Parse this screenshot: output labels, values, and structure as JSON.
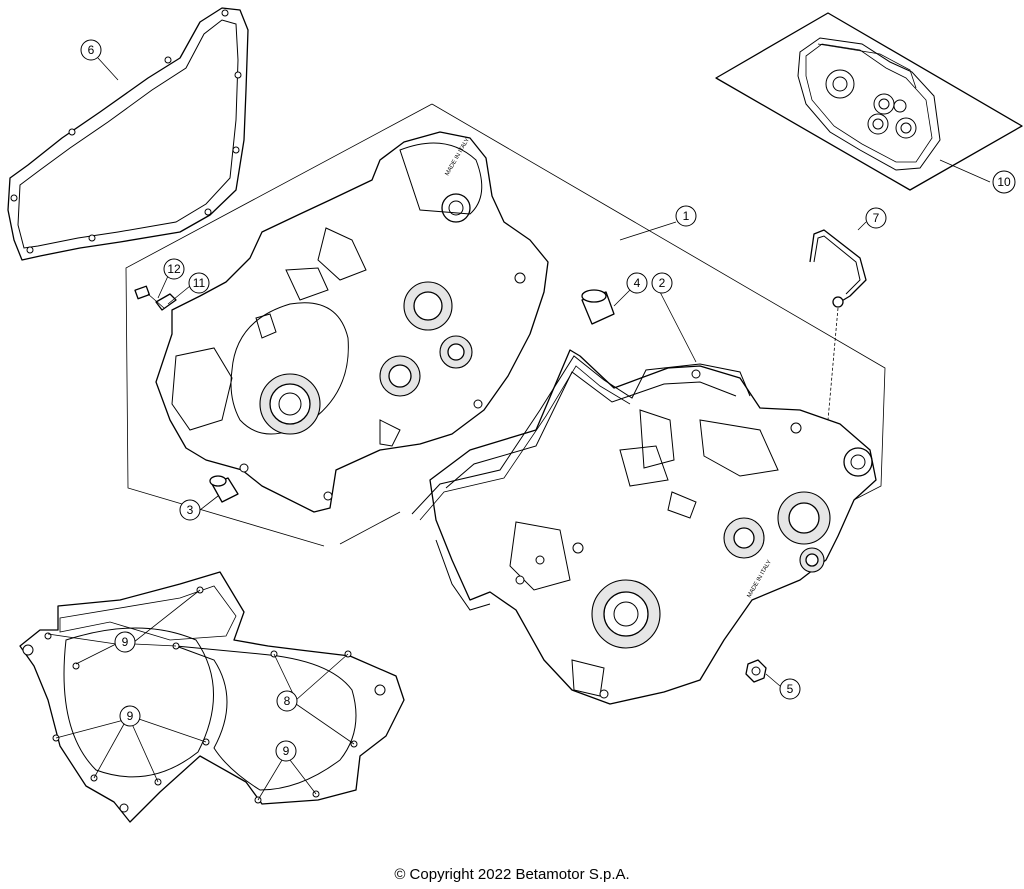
{
  "copyright": "© Copyright 2022 Betamotor S.p.A.",
  "callouts": {
    "c1": "1",
    "c2": "2",
    "c3": "3",
    "c4": "4",
    "c5": "5",
    "c6": "6",
    "c7": "7",
    "c8": "8",
    "c9": "9",
    "c10": "10",
    "c11": "11",
    "c12": "12"
  },
  "case_marking": "MADE IN ITALY"
}
